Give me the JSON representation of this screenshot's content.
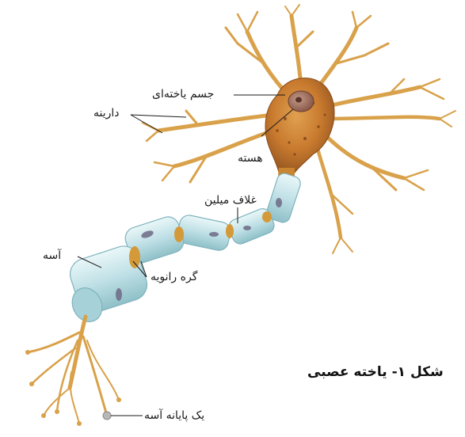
{
  "labels": {
    "cell_body": "جسم یاخته‌ای",
    "dendrite": "دارینه",
    "nucleus": "هسته",
    "myelin_sheath": "غلاف میلین",
    "axon": "آسه",
    "node_of_ranvier": "گره رانویه",
    "axon_terminal": "یک پایانه آسه"
  },
  "caption": "شکل ۱- یاخته عصبی",
  "colors": {
    "dendrite": "#d9a14a",
    "soma": "#c87a2e",
    "soma_dark": "#8a4a1a",
    "myelin": "#c7e6ea",
    "myelin_edge": "#7fb3bd",
    "myelin_spot": "#6e6a86",
    "leader": "#1a1a1a"
  }
}
